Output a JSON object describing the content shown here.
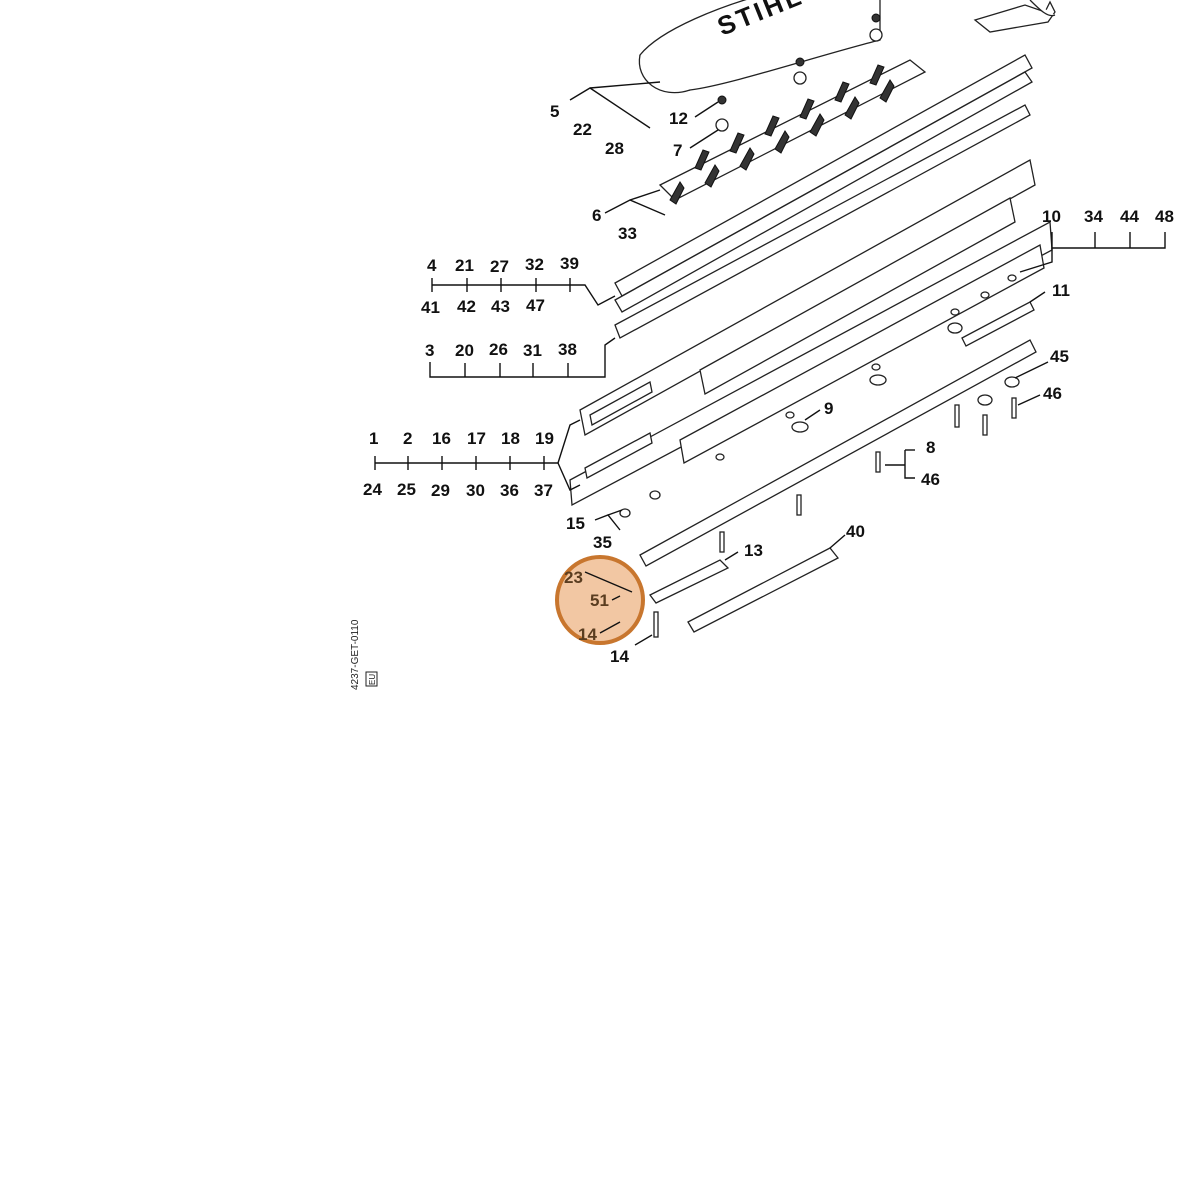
{
  "brand_text": "STIHL",
  "doc_code": "4237-GET-0110",
  "doc_code_box": "EU",
  "highlight": {
    "color": "#f2c7a3",
    "border": "#c8762e",
    "labels": {
      "a": "23",
      "b": "51",
      "c": "14"
    }
  },
  "labels": {
    "n1": "1",
    "n2": "2",
    "n3": "3",
    "n4": "4",
    "n5": "5",
    "n6": "6",
    "n7": "7",
    "n8": "8",
    "n9": "9",
    "n10": "10",
    "n11": "11",
    "n12": "12",
    "n13": "13",
    "n14": "14",
    "n15": "15",
    "n16": "16",
    "n17": "17",
    "n18": "18",
    "n19": "19",
    "n20": "20",
    "n21": "21",
    "n22": "22",
    "n24": "24",
    "n25": "25",
    "n26": "26",
    "n27": "27",
    "n28": "28",
    "n29": "29",
    "n30": "30",
    "n31": "31",
    "n32": "32",
    "n33": "33",
    "n34": "34",
    "n35": "35",
    "n36": "36",
    "n37": "37",
    "n38": "38",
    "n39": "39",
    "n40": "40",
    "n41": "41",
    "n42": "42",
    "n43": "43",
    "n44": "44",
    "n45": "45",
    "n46a": "46",
    "n46b": "46",
    "n47": "47",
    "n48": "48"
  }
}
